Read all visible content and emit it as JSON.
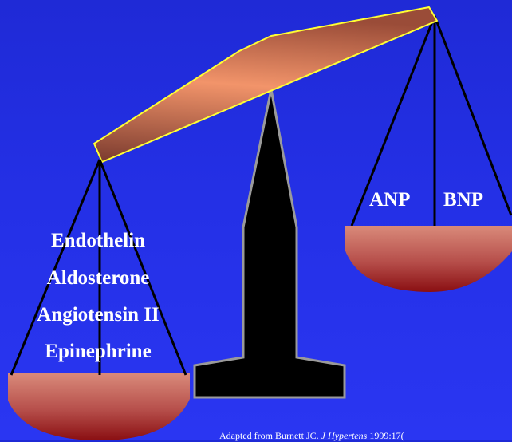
{
  "left_pan": {
    "items": [
      "Endothelin",
      "Aldosterone",
      "Angiotensin II",
      "Epinephrine"
    ]
  },
  "right_pan": {
    "items": [
      "ANP",
      "BNP"
    ]
  },
  "citation": {
    "prefix": "Adapted from Burnett JC. ",
    "journal": "J Hypertens",
    "suffix": " 1999:17("
  },
  "colors": {
    "background": "#2430e6",
    "beam_fill": "#e8875a",
    "beam_outline": "#ffff33",
    "pan_top": "#d98a7a",
    "pan_bottom": "#8a0f12",
    "stand": "#000000",
    "text": "#ffffff"
  }
}
